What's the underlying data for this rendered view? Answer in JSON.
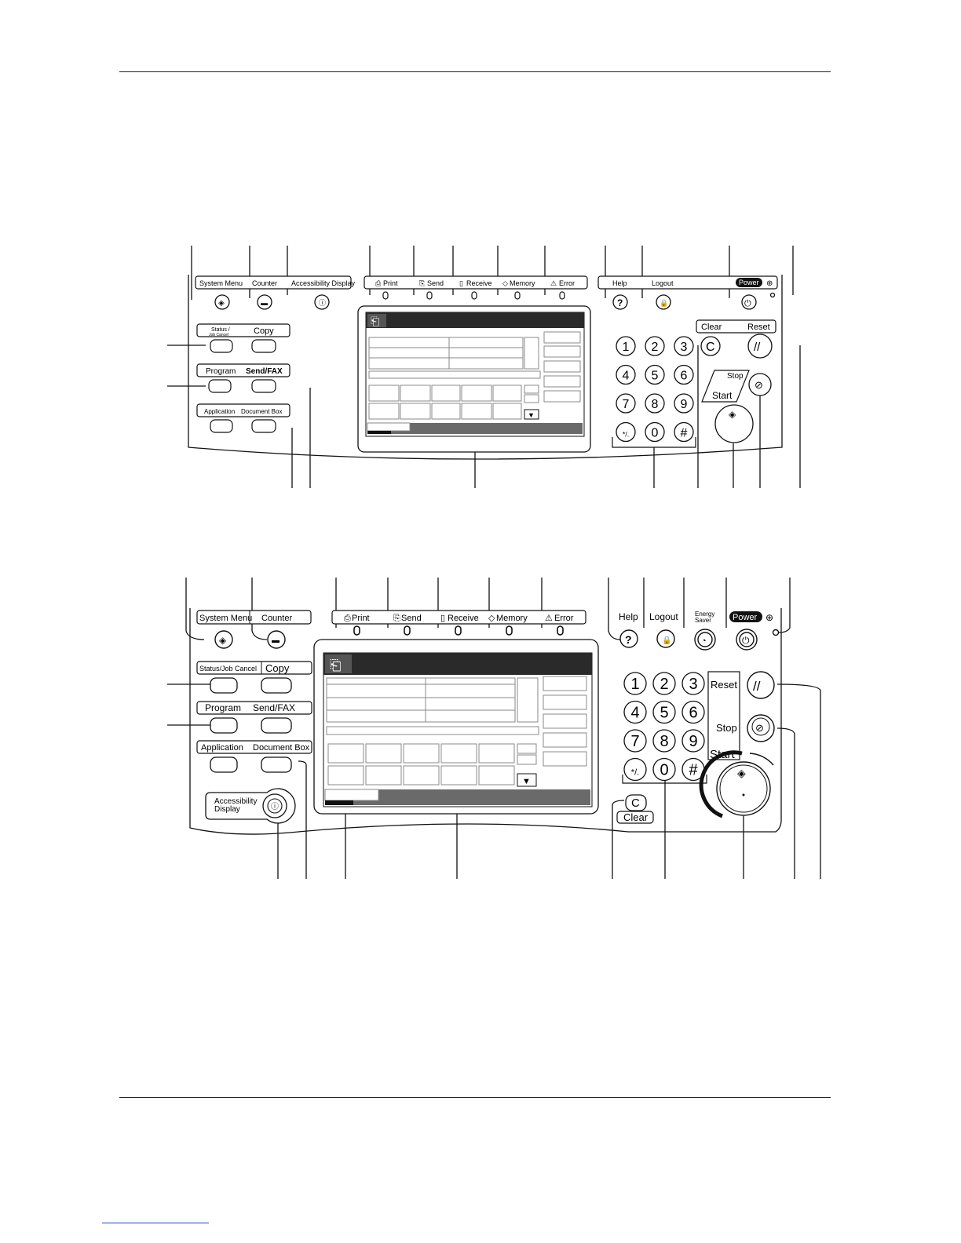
{
  "panel1": {
    "top_labels": {
      "system_menu": "System Menu",
      "counter": "Counter",
      "accessibility_display": "Accessibility Display",
      "help": "Help",
      "logout": "Logout",
      "power": "Power"
    },
    "indicators": [
      {
        "label": "Print",
        "icon": "print-icon"
      },
      {
        "label": "Send",
        "icon": "send-icon"
      },
      {
        "label": "Receive",
        "icon": "receive-icon"
      },
      {
        "label": "Memory",
        "icon": "memory-icon"
      },
      {
        "label": "Error",
        "icon": "error-icon"
      }
    ],
    "left_keys": {
      "status_line1": "Status /",
      "status_line2": "Job Cancel",
      "copy": "Copy",
      "program": "Program",
      "send_fax": "Send/FAX",
      "application": "Application",
      "document_box": "Document Box"
    },
    "keypad": [
      "1",
      "2",
      "3",
      "4",
      "5",
      "6",
      "7",
      "8",
      "9",
      "*/.",
      "0",
      "#"
    ],
    "right_keys": {
      "clear_label": "Clear",
      "reset_label": "Reset",
      "clear_key": "C",
      "stop": "Stop",
      "start": "Start"
    }
  },
  "panel2": {
    "top_labels": {
      "system_menu": "System Menu",
      "counter": "Counter",
      "help": "Help",
      "logout": "Logout",
      "energy_saver_line1": "Energy",
      "energy_saver_line2": "Saver",
      "power": "Power"
    },
    "indicators": [
      {
        "label": "Print",
        "icon": "print-icon"
      },
      {
        "label": "Send",
        "icon": "send-icon"
      },
      {
        "label": "Receive",
        "icon": "receive-icon"
      },
      {
        "label": "Memory",
        "icon": "memory-icon"
      },
      {
        "label": "Error",
        "icon": "error-icon"
      }
    ],
    "left_keys": {
      "status_job_cancel": "Status/Job Cancel",
      "copy": "Copy",
      "program": "Program",
      "send_fax": "Send/FAX",
      "application": "Application",
      "document_box": "Document Box",
      "accessibility_line1": "Accessibility",
      "accessibility_line2": "Display"
    },
    "keypad": [
      "1",
      "2",
      "3",
      "4",
      "5",
      "6",
      "7",
      "8",
      "9",
      "*/.",
      "0",
      "#"
    ],
    "right_keys": {
      "reset": "Reset",
      "stop": "Stop",
      "start": "Start",
      "clear_key": "C",
      "clear_label": "Clear"
    }
  },
  "colors": {
    "ink": "#111111",
    "panel_bg": "#ffffff",
    "screen_header": "#2a2a2a",
    "screen_tab": "#6a6a6a"
  }
}
